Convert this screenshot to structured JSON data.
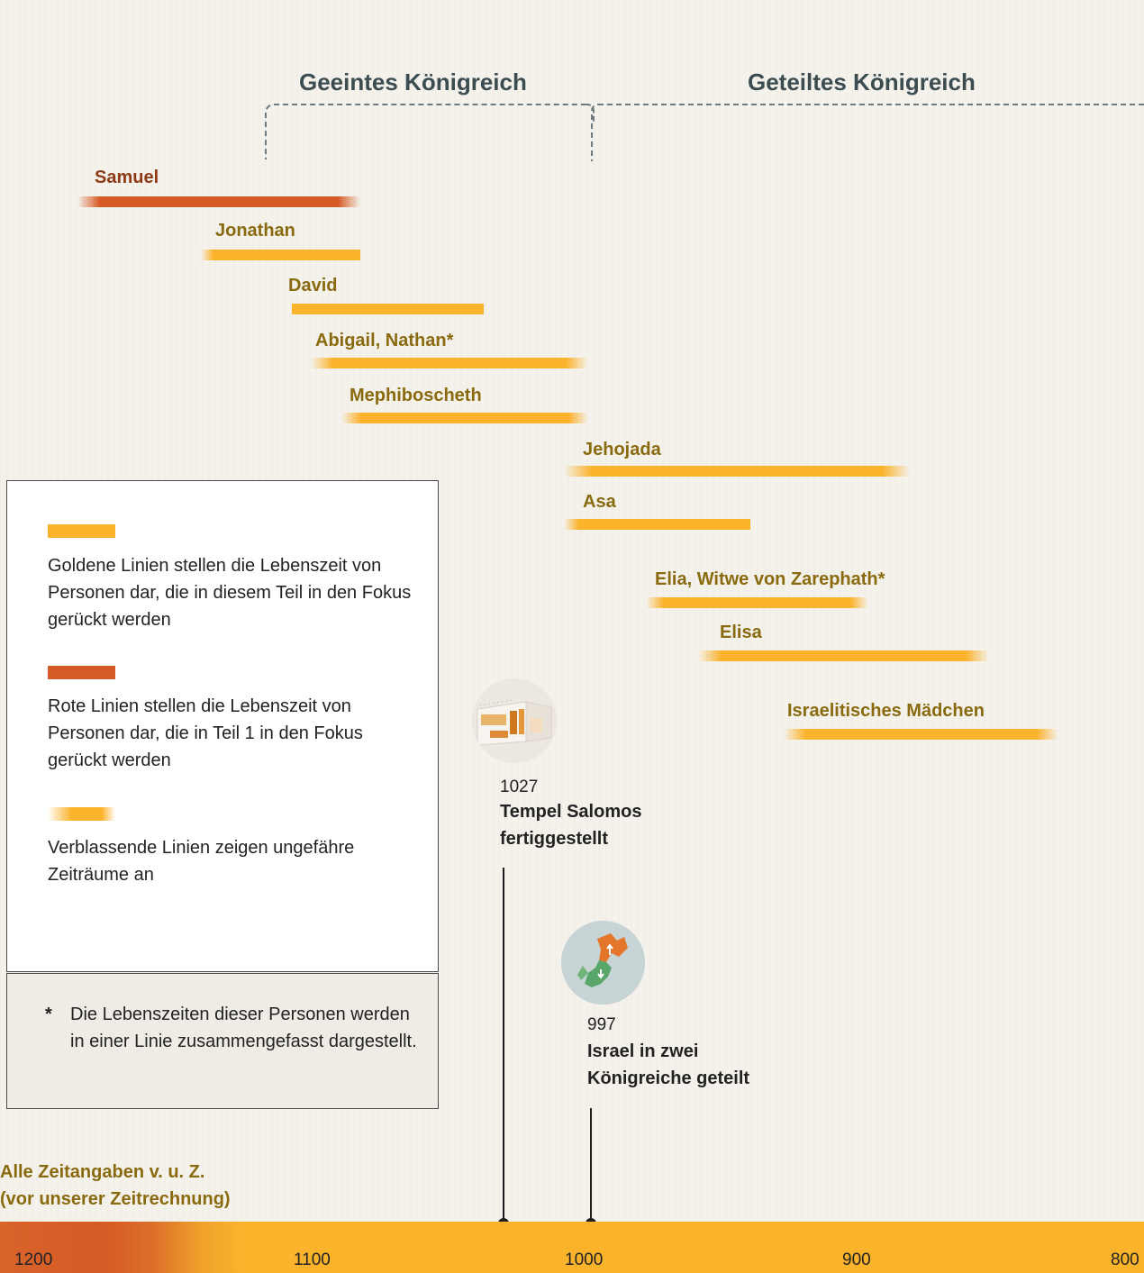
{
  "periods": {
    "united": "Geeintes Königreich",
    "divided": "Geteiltes Königreich"
  },
  "people": [
    {
      "name": "Samuel",
      "from": 1185,
      "to": 1082,
      "color": "red",
      "fade_start": true,
      "fade_end": true
    },
    {
      "name": "Jonathan",
      "from": 1140,
      "to": 1082,
      "color": "gold",
      "fade_start": true,
      "fade_end": false
    },
    {
      "name": "David",
      "from": 1107,
      "to": 1037,
      "color": "gold",
      "fade_start": false,
      "fade_end": false
    },
    {
      "name": "Abigail, Nathan*",
      "from": 1100,
      "to": 999,
      "color": "gold",
      "fade_start": true,
      "fade_end": true
    },
    {
      "name": "Mephiboscheth",
      "from": 1089,
      "to": 999,
      "color": "gold",
      "fade_start": true,
      "fade_end": true
    },
    {
      "name": "Jehojada",
      "from": 1008,
      "to": 882,
      "color": "gold",
      "fade_start": true,
      "fade_end": true
    },
    {
      "name": "Asa",
      "from": 1008,
      "to": 940,
      "color": "gold",
      "fade_start": true,
      "fade_end": false
    },
    {
      "name": "Elia, Witwe von Zarephath*",
      "from": 978,
      "to": 897,
      "color": "gold",
      "fade_start": true,
      "fade_end": true
    },
    {
      "name": "Elisa",
      "from": 959,
      "to": 853,
      "color": "gold",
      "fade_start": true,
      "fade_end": true
    },
    {
      "name": "Israelitisches Mädchen",
      "from": 928,
      "to": 828,
      "color": "gold",
      "fade_start": true,
      "fade_end": true
    }
  ],
  "legend": {
    "gold_text": "Goldene Linien stellen die Lebenszeit von Personen dar, die in diesem Teil in den Fokus gerückt werden",
    "red_text": "Rote Linien stellen die Lebenszeit von Personen dar, die in Teil 1 in den Fokus gerückt werden",
    "fade_text": "Verblassende Linien zeigen ungefähre Zeiträume an"
  },
  "note": {
    "star": "*",
    "text": "Die Lebenszeiten dieser Personen werden in einer Linie zusammen­gefasst dargestellt."
  },
  "events": [
    {
      "year": "1027",
      "title": "Tempel Salomos fertiggestellt",
      "icon": "temple-icon"
    },
    {
      "year": "997",
      "title": "Israel in zwei Königreiche geteilt",
      "icon": "map-icon"
    }
  ],
  "all_dates_note": {
    "line1": "Alle Zeitangaben v. u. Z.",
    "line2": "(vor unserer Zeitrechnung)"
  },
  "axis": {
    "ticks": [
      "1200",
      "1100",
      "1000",
      "900",
      "800"
    ]
  },
  "colors": {
    "gold": "#fbb32c",
    "red": "#d55a24",
    "gold_text": "#8a6a0e",
    "red_text": "#8e3a14",
    "period_text": "#3c4d52"
  }
}
